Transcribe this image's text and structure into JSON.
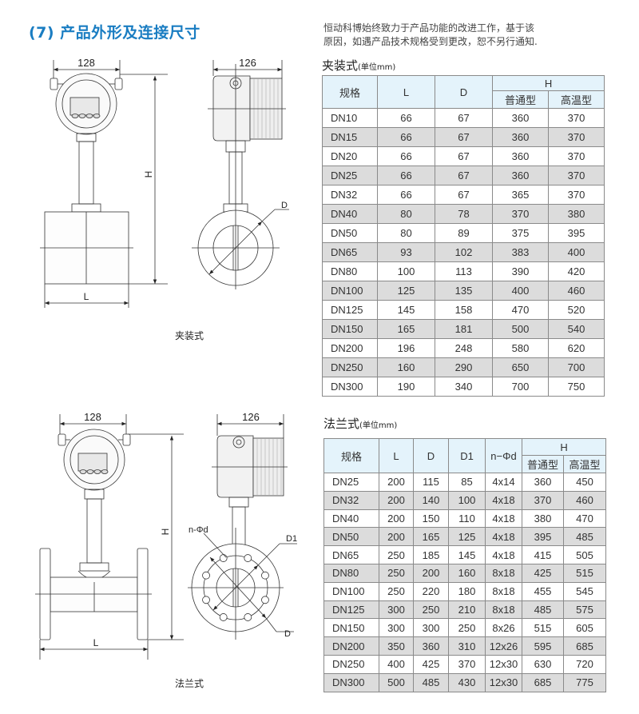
{
  "page_title": "(7) 产品外形及连接尺寸",
  "notice": [
    "恒动科博始终致力于产品功能的改进工作，基于该",
    "原因，如遇产品技术规格受到更改，恕不另行通知."
  ],
  "wafer": {
    "section_title": "夹装式",
    "unit": "(单位mm)",
    "caption": "夹装式",
    "drawing_labels": {
      "width_front": "128",
      "width_side": "126",
      "height": "H",
      "length": "L",
      "diameter": "D"
    },
    "headers": {
      "spec": "规格",
      "L": "L",
      "D": "D",
      "H": "H",
      "normal": "普通型",
      "high_temp": "高温型"
    },
    "rows": [
      [
        "DN10",
        "66",
        "67",
        "360",
        "370"
      ],
      [
        "DN15",
        "66",
        "67",
        "360",
        "370"
      ],
      [
        "DN20",
        "66",
        "67",
        "360",
        "370"
      ],
      [
        "DN25",
        "66",
        "67",
        "360",
        "370"
      ],
      [
        "DN32",
        "66",
        "67",
        "365",
        "370"
      ],
      [
        "DN40",
        "80",
        "78",
        "370",
        "380"
      ],
      [
        "DN50",
        "80",
        "89",
        "375",
        "395"
      ],
      [
        "DN65",
        "93",
        "102",
        "383",
        "400"
      ],
      [
        "DN80",
        "100",
        "113",
        "390",
        "420"
      ],
      [
        "DN100",
        "125",
        "135",
        "400",
        "460"
      ],
      [
        "DN125",
        "145",
        "158",
        "470",
        "520"
      ],
      [
        "DN150",
        "165",
        "181",
        "500",
        "540"
      ],
      [
        "DN200",
        "196",
        "248",
        "580",
        "620"
      ],
      [
        "DN250",
        "160",
        "290",
        "650",
        "700"
      ],
      [
        "DN300",
        "190",
        "340",
        "700",
        "750"
      ]
    ]
  },
  "flange": {
    "section_title": "法兰式",
    "unit": "(单位mm)",
    "caption": "法兰式",
    "drawing_labels": {
      "width_front": "128",
      "width_side": "126",
      "height": "H",
      "length": "L",
      "diameter": "D",
      "bolt_circle": "D1",
      "holes": "n-Φd"
    },
    "headers": {
      "spec": "规格",
      "L": "L",
      "D": "D",
      "D1": "D1",
      "holes": "n−Φd",
      "H": "H",
      "normal": "普通型",
      "high_temp": "高温型"
    },
    "rows": [
      [
        "DN25",
        "200",
        "115",
        "85",
        "4x14",
        "360",
        "450"
      ],
      [
        "DN32",
        "200",
        "140",
        "100",
        "4x18",
        "370",
        "460"
      ],
      [
        "DN40",
        "200",
        "150",
        "110",
        "4x18",
        "380",
        "470"
      ],
      [
        "DN50",
        "200",
        "165",
        "125",
        "4x18",
        "395",
        "485"
      ],
      [
        "DN65",
        "250",
        "185",
        "145",
        "4x18",
        "415",
        "505"
      ],
      [
        "DN80",
        "250",
        "200",
        "160",
        "8x18",
        "425",
        "515"
      ],
      [
        "DN100",
        "250",
        "220",
        "180",
        "8x18",
        "455",
        "545"
      ],
      [
        "DN125",
        "300",
        "250",
        "210",
        "8x18",
        "485",
        "575"
      ],
      [
        "DN150",
        "300",
        "300",
        "250",
        "8x26",
        "515",
        "605"
      ],
      [
        "DN200",
        "350",
        "360",
        "310",
        "12x26",
        "595",
        "685"
      ],
      [
        "DN250",
        "400",
        "425",
        "370",
        "12x30",
        "630",
        "720"
      ],
      [
        "DN300",
        "500",
        "485",
        "430",
        "12x30",
        "685",
        "775"
      ]
    ]
  },
  "colors": {
    "title": "#1a7dc2",
    "header_bg": "#e4f3fb",
    "row_alt": "#dcdcdc"
  }
}
